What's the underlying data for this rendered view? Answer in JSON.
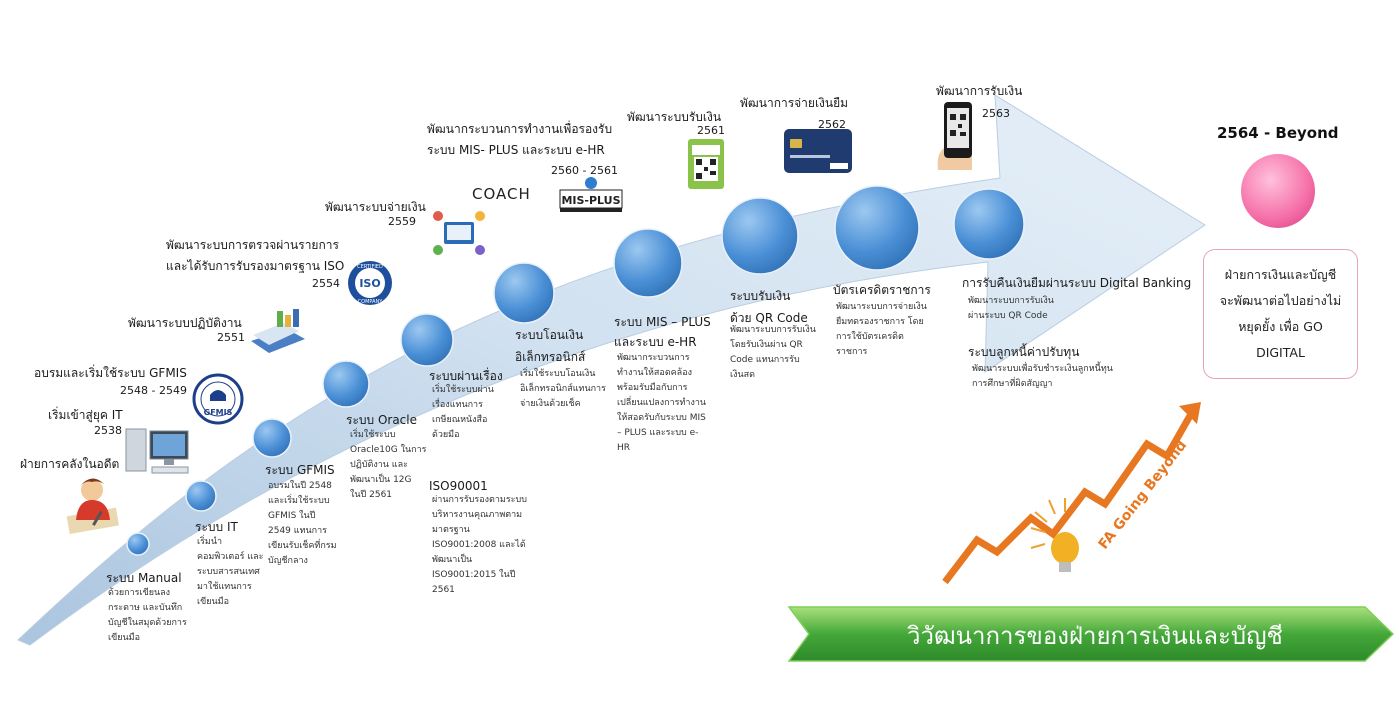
{
  "header": {
    "future_title": "2564 - Beyond"
  },
  "future_box": {
    "lines": [
      "ฝ่ายการเงินและบัญชี",
      "จะพัฒนาต่อไปอย่างไม่",
      "หยุดยั้ง เพื่อ GO",
      "DIGITAL"
    ]
  },
  "banner": {
    "title": "วิวัฒนาการของฝ่ายการเงินและบัญชี",
    "color": "#4CAF50"
  },
  "arrow_logo": {
    "text": "FA Going Beyond",
    "color": "#E87722"
  },
  "top_labels": [
    {
      "text": "ฝ่ายการคลังในอดีต"
    },
    {
      "text": "เริ่มเข้าสู่ยุค IT"
    },
    {
      "text": "2538"
    },
    {
      "text": "อบรมและเริ่มใช้ระบบ GFMIS"
    },
    {
      "text": "2548 - 2549"
    },
    {
      "text": "พัฒนาระบบปฏิบัติงาน"
    },
    {
      "text": "2551"
    },
    {
      "text": "พัฒนาระบบการตรวจผ่านรายการ"
    },
    {
      "text": "และได้รับการรับรองมาตรฐาน ISO"
    },
    {
      "text": "2554"
    },
    {
      "text": "พัฒนาระบบจ่ายเงิน"
    },
    {
      "text": "2559"
    },
    {
      "text": "พัฒนากระบวนการทำงานเพื่อรองรับ"
    },
    {
      "text": "ระบบ MIS- PLUS และระบบ e-HR"
    },
    {
      "text": "2560 - 2561"
    },
    {
      "text": "พัฒนาระบบรับเงิน"
    },
    {
      "text": "2561"
    },
    {
      "text": "พัฒนาการจ่ายเงินยืม"
    },
    {
      "text": "2562"
    },
    {
      "text": "พัฒนาการรับเงิน"
    },
    {
      "text": "2563"
    }
  ],
  "milestones": [
    {
      "title": "ระบบ Manual",
      "desc": "ด้วยการเขียนลงกระดาษ และบันทึกบัญชีในสมุดด้วยการเขียนมือ"
    },
    {
      "title": "ระบบ IT",
      "desc": "เริ่มนำคอมพิวเตอร์ และระบบสารสนเทศมาใช้แทนการเขียนมือ"
    },
    {
      "title": "ระบบ GFMIS",
      "desc": "อบรมในปี 2548 และเริ่มใช้ระบบ GFMIS ในปี 2549 แทนการเขียนรับเช็คที่กรมบัญชีกลาง"
    },
    {
      "title": "ระบบ Oracle",
      "desc": "เริ่มใช้ระบบ Oracle10G ในการปฏิบัติงาน และพัฒนาเป็น 12G ในปี 2561"
    },
    {
      "title": "ISO90001",
      "desc": "ผ่านการรับรองตามระบบบริหารงานคุณภาพตามมาตรฐาน ISO9001:2008 และได้พัฒนาเป็น ISO9001:2015 ในปี 2561"
    },
    {
      "title": "ระบบผ่านเรื่อง",
      "desc": "เริ่มใช้ระบบผ่านเรื่องแทนการเกษียณหนังสือด้วยมือ"
    },
    {
      "title": "ระบบโอนเงิน",
      "title2": "อิเล็กทรอนิกส์",
      "desc": "เริ่มใช้ระบบโอนเงินอิเล็กทรอนิกส์แทนการจ่ายเงินด้วยเช็ค"
    },
    {
      "title": "ระบบ MIS – PLUS",
      "title2": "และระบบ e-HR",
      "desc": "พัฒนากระบวนการทำงานให้สอดคล้อง พร้อมรับมือกับการเปลี่ยนแปลงการทำงานให้สอดรับกับระบบ MIS – PLUS และระบบ e-HR"
    },
    {
      "title": "ระบบรับเงิน",
      "title2": "ด้วย QR Code",
      "desc": "พัฒนาระบบการรับเงินโดยรับเงินผ่าน QR Code แทนการรับเงินสด"
    },
    {
      "title": "บัตรเครดิตราชการ",
      "desc": "พัฒนาระบบการจ่ายเงินยืมทดรองราชการ โดยการใช้บัตรเครดิตราชการ"
    },
    {
      "title": "การรับคืนเงินยืมผ่านระบบ Digital Banking",
      "desc": "พัฒนาระบบการรับเงินผ่านระบบ QR Code"
    },
    {
      "title": "ระบบลูกหนี้ค่าปรับทุน",
      "desc": "พัฒนาระบบเพื่อรับชำระเงินลูกหนี้ทุนการศึกษาที่ผิดสัญญา"
    }
  ],
  "logos": {
    "iso": "ISO",
    "iso_top": "CERTIFIED",
    "iso_bottom": "COMPANY",
    "coach": "COACH",
    "mis_plus": "MIS-PLUS",
    "gfmis": "GFMIS"
  },
  "colors": {
    "node": "#4A90D9",
    "ribbon": "#C9DDF0",
    "pink": "#F06AA0"
  }
}
